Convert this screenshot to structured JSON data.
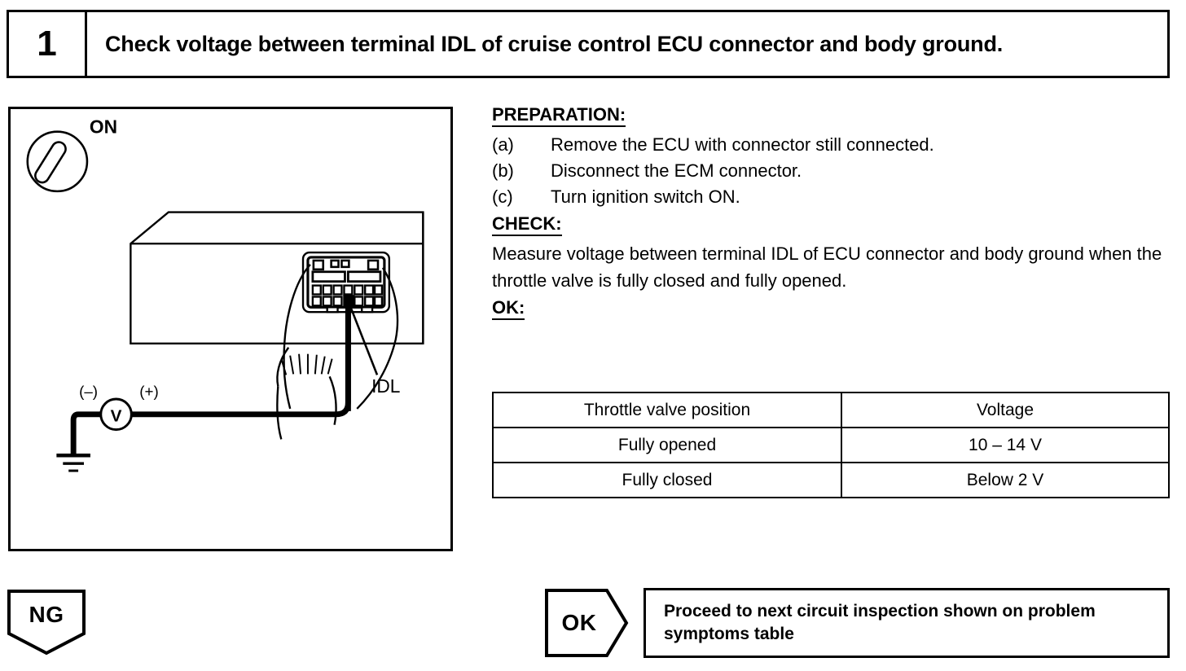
{
  "step": {
    "number": "1",
    "title": "Check voltage between terminal IDL of cruise control ECU connector and body ground."
  },
  "illustration": {
    "ignition_label": "ON",
    "terminal_label": "IDL",
    "meter_symbol": "V",
    "negative_label": "(–)",
    "positive_label": "(+)"
  },
  "preparation": {
    "heading": "PREPARATION:",
    "items": [
      {
        "marker": "(a)",
        "text": "Remove the ECU with connector still connected."
      },
      {
        "marker": "(b)",
        "text": "Disconnect the ECM connector."
      },
      {
        "marker": "(c)",
        "text": "Turn ignition switch ON."
      }
    ]
  },
  "check": {
    "heading": "CHECK:",
    "body": "Measure voltage between terminal IDL of ECU connector and body ground when the throttle valve is fully closed and fully opened."
  },
  "ok": {
    "heading": "OK:"
  },
  "results_table": {
    "headers": [
      "Throttle valve position",
      "Voltage"
    ],
    "rows": [
      [
        "Fully opened",
        "10 – 14 V"
      ],
      [
        "Fully closed",
        "Below 2 V"
      ]
    ]
  },
  "outcomes": {
    "ng_label": "NG",
    "ok_label": "OK",
    "ok_action": "Proceed to next circuit inspection shown on problem symptoms table"
  }
}
